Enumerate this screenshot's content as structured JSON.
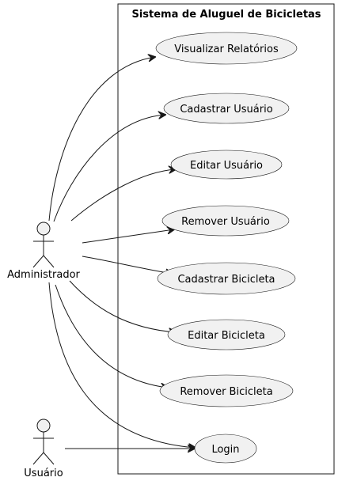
{
  "system": {
    "title": "Sistema de Aluguel de Bicicletas"
  },
  "actors": [
    {
      "id": "admin",
      "label": "Administrador"
    },
    {
      "id": "user",
      "label": "Usuário"
    }
  ],
  "use_cases": [
    {
      "id": "uc1",
      "label": "Visualizar Relatórios"
    },
    {
      "id": "uc2",
      "label": "Cadastrar Usuário"
    },
    {
      "id": "uc3",
      "label": "Editar Usuário"
    },
    {
      "id": "uc4",
      "label": "Remover Usuário"
    },
    {
      "id": "uc5",
      "label": "Cadastrar Bicicleta"
    },
    {
      "id": "uc6",
      "label": "Editar Bicicleta"
    },
    {
      "id": "uc7",
      "label": "Remover Bicicleta"
    },
    {
      "id": "uc8",
      "label": "Login"
    }
  ],
  "associations": [
    {
      "from": "admin",
      "to": "uc1"
    },
    {
      "from": "admin",
      "to": "uc2"
    },
    {
      "from": "admin",
      "to": "uc3"
    },
    {
      "from": "admin",
      "to": "uc4"
    },
    {
      "from": "admin",
      "to": "uc5"
    },
    {
      "from": "admin",
      "to": "uc6"
    },
    {
      "from": "admin",
      "to": "uc7"
    },
    {
      "from": "admin",
      "to": "uc8"
    },
    {
      "from": "user",
      "to": "uc8"
    }
  ]
}
